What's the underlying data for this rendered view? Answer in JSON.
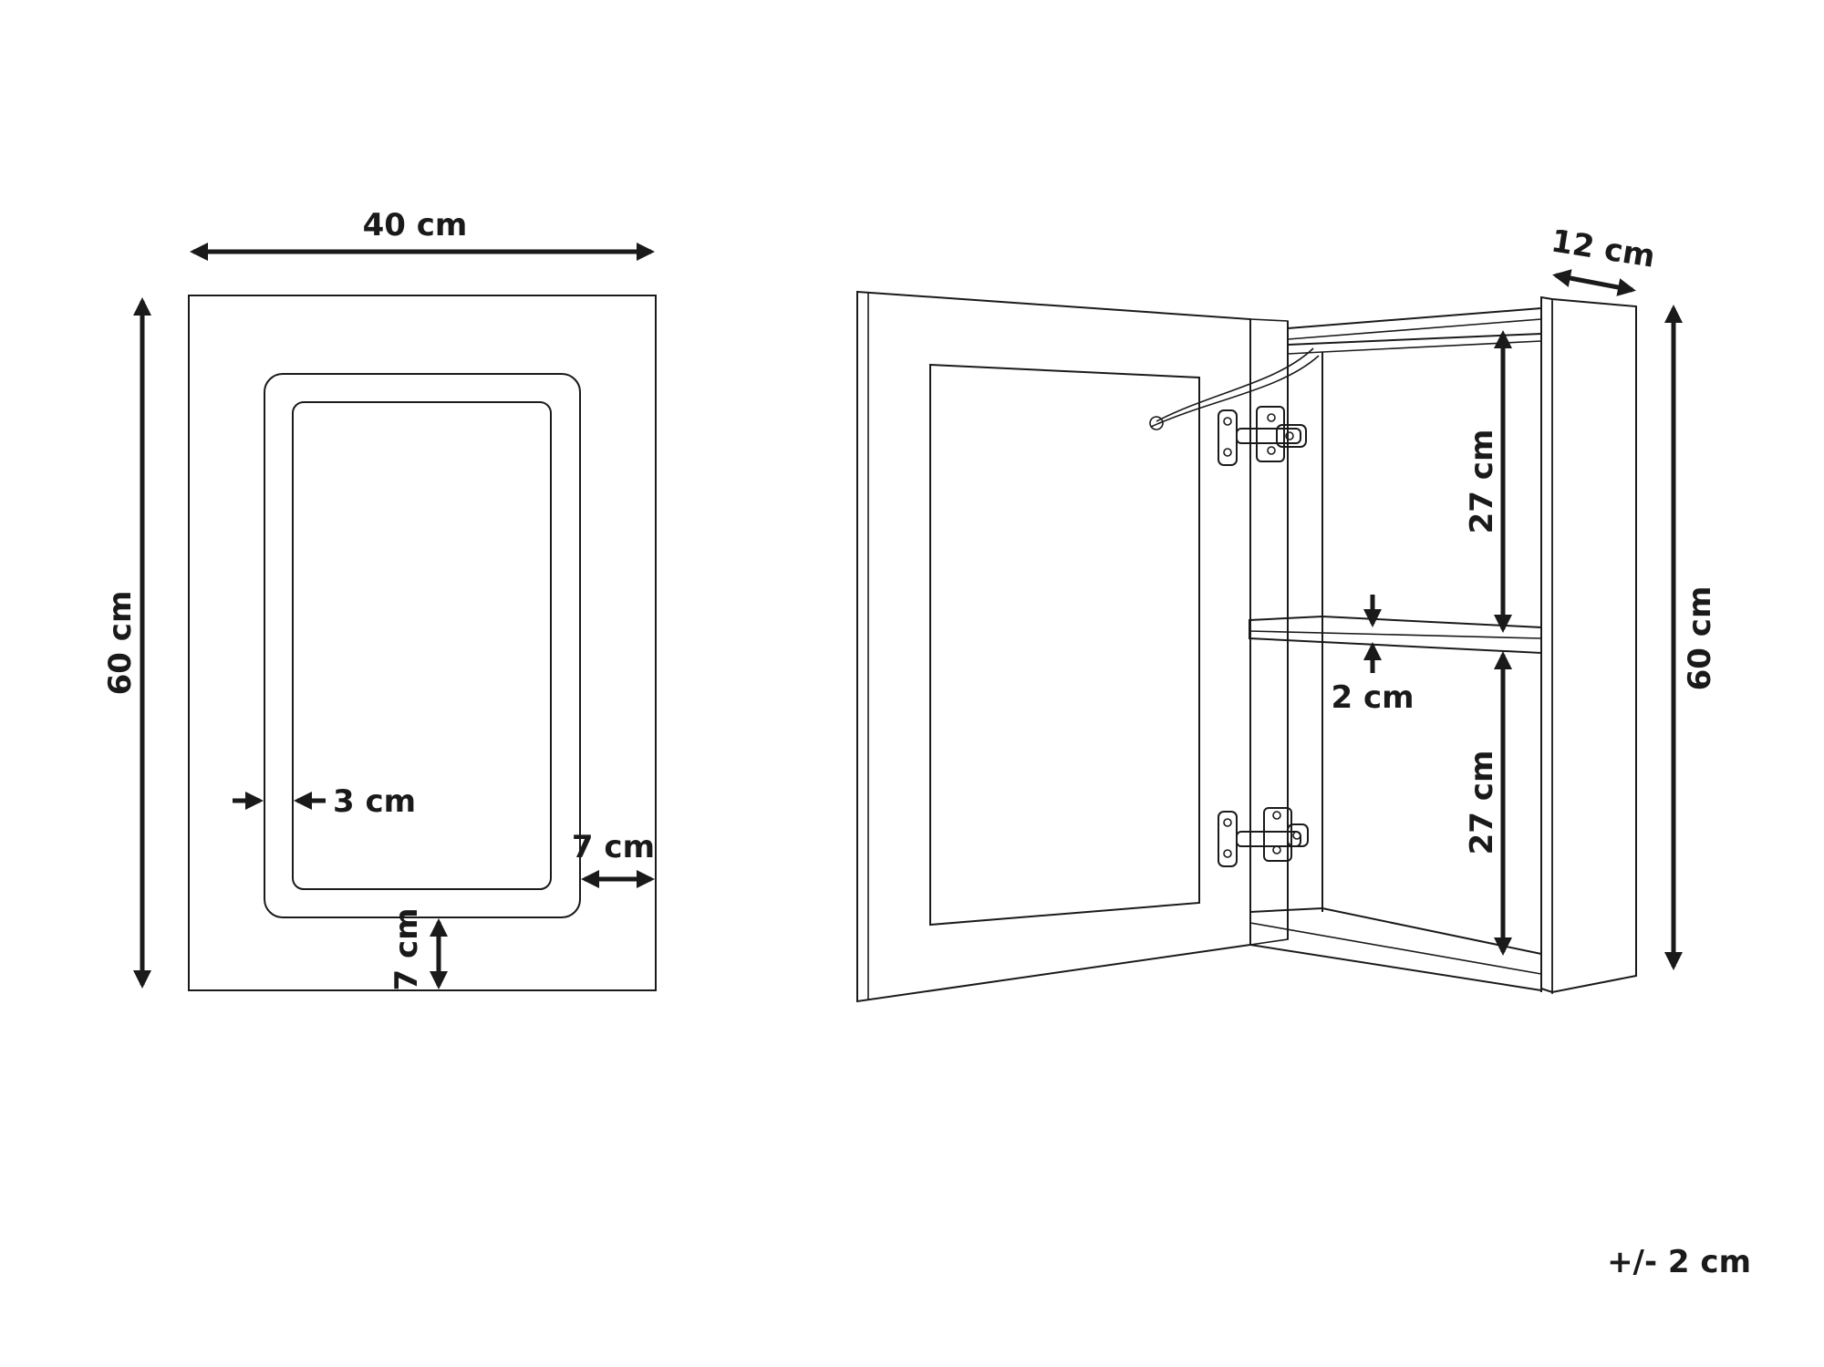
{
  "front_view": {
    "width_label": "40 cm",
    "height_label": "60 cm",
    "frame_label": "3 cm",
    "side_margin_label": "7 cm",
    "bottom_margin_label": "7 cm"
  },
  "open_view": {
    "depth_label": "12 cm",
    "upper_compartment_label": "27 cm",
    "shelf_thickness_label": "2 cm",
    "lower_compartment_label": "27 cm",
    "height_label": "60 cm"
  },
  "tolerance_label": "+/- 2 cm"
}
